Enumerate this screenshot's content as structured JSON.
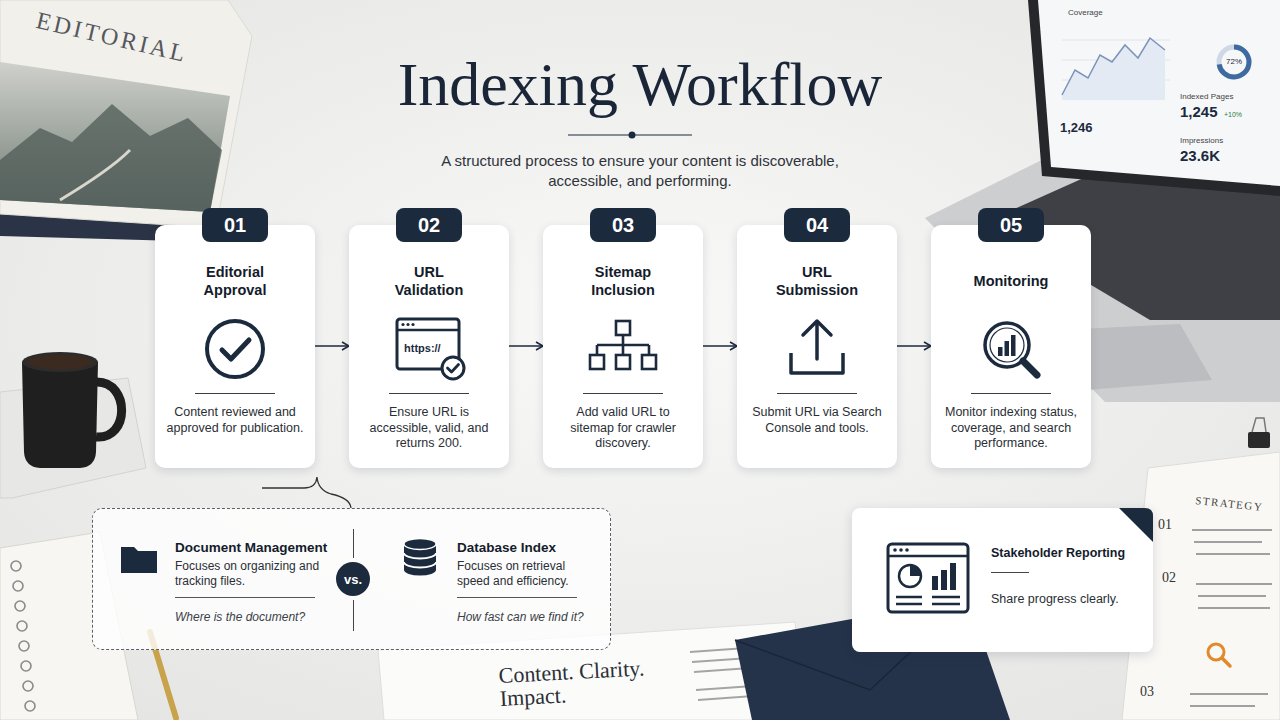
{
  "diagram": {
    "title": "Indexing Workflow",
    "nodes": [
      {
        "text": [
          "Editorial Approval",
          "Content reviewed and approved for publication."
        ]
      },
      {
        "text": [
          "01"
        ],
        "in": 0
      },
      {
        "text": [
          "URL Validation",
          "https://",
          "Ensure URL is accessible, valid, and returns 200."
        ]
      },
      {
        "text": [
          "02"
        ],
        "in": 2
      },
      {
        "text": [
          "Sitemap Inclusion",
          "Add valid URL to sitemap for crawler discovery."
        ]
      },
      {
        "text": [
          "03"
        ],
        "in": 4
      },
      {
        "text": [
          "URL Submission",
          "Submit URL via Search Console and tools."
        ]
      },
      {
        "text": [
          "04"
        ],
        "in": 6
      },
      {
        "text": [
          "Monitoring",
          "Monitor indexing status, coverage, and search performance."
        ]
      },
      {
        "text": [
          "05"
        ],
        "in": 8
      },
      {
        "text": [
          "Document Management",
          "Focuses on organizing and tracking files.",
          "Where is the document?",
          "Database Index",
          "Focuses on retrieval speed and efficiency.",
          "How fast can we find it?"
        ]
      },
      {
        "text": [
          "vs."
        ],
        "in": 10
      },
      {
        "text": [
          "Stakeholder Reporting",
          "Share progress clearly."
        ]
      }
    ],
    "edges": [
      {
        "from": 0,
        "to": 2,
        "arrow": "to"
      },
      {
        "from": 2,
        "to": 4,
        "arrow": "to"
      },
      {
        "from": 4,
        "to": 6,
        "arrow": "to"
      },
      {
        "from": 6,
        "to": 8,
        "arrow": "to"
      }
    ],
    "labels": [
      "A structured process to ensure your content is discoverable, accessible, and performing.",
      "EDITORIAL",
      "Coverage",
      "1,246",
      "Indexed Pages",
      "1,245",
      "+10%",
      "72%",
      "Impressions",
      "23.6K",
      "Content. Clarity. Impact.",
      "STRATEGY",
      "01",
      "02",
      "03"
    ]
  }
}
